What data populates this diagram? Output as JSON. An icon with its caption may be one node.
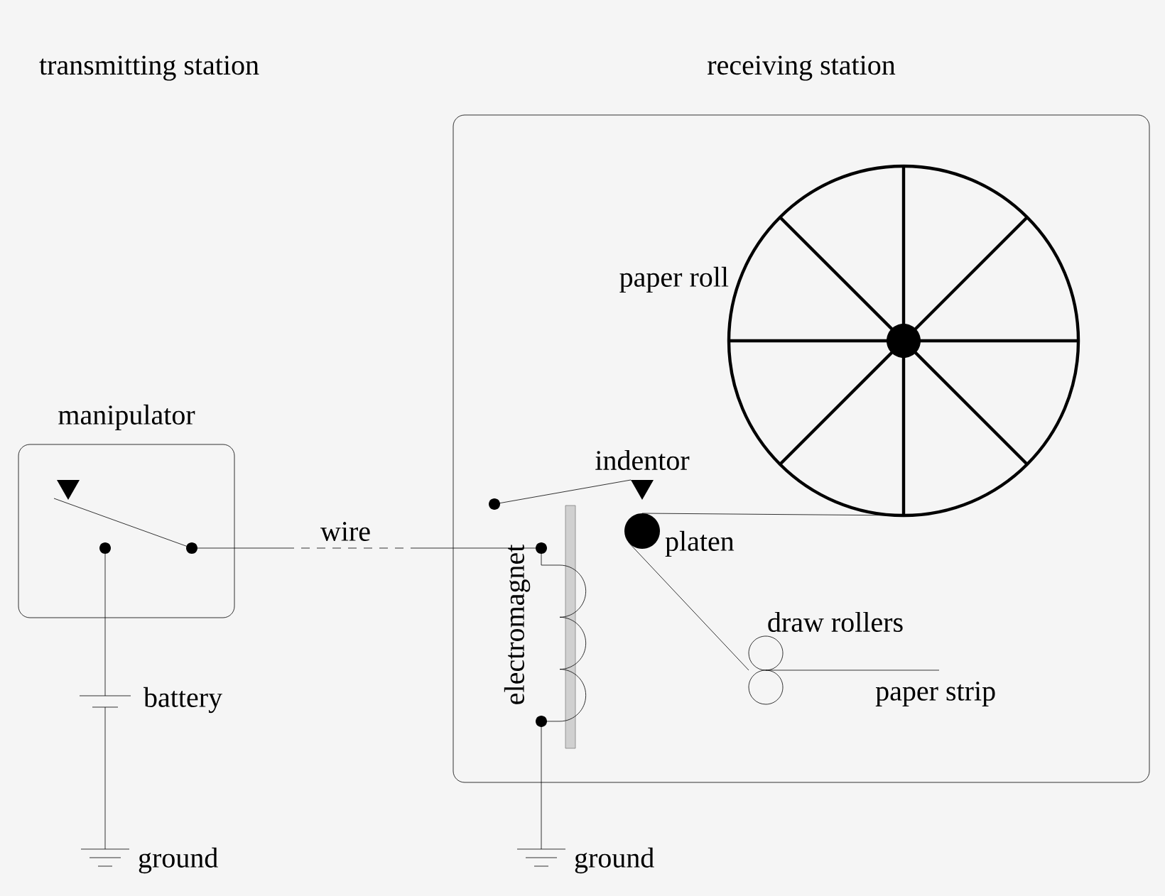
{
  "diagram": {
    "nodes": [
      {
        "text": [
          "manipulator"
        ]
      },
      {
        "text": [
          "receiving station"
        ]
      },
      {
        "text": [
          "paper roll"
        ],
        "in": 1
      },
      {
        "text": [
          "platen"
        ],
        "in": 1
      },
      {
        "text": [
          "draw rollers"
        ],
        "in": 1
      },
      {
        "text": [
          "electromagnet"
        ],
        "in": 1
      },
      {
        "text": [
          "battery"
        ]
      },
      {
        "text": [
          "ground"
        ]
      },
      {
        "text": [
          "ground"
        ]
      },
      {
        "text": [
          "indentor"
        ],
        "in": 1
      }
    ],
    "edges": [
      {
        "from": 0,
        "to": 5,
        "arrow": "none",
        "label": "wire",
        "style": "dashed"
      },
      {
        "from": 0,
        "to": 6,
        "arrow": "none"
      },
      {
        "from": 6,
        "to": 7,
        "arrow": "none"
      },
      {
        "from": 5,
        "to": 8,
        "arrow": "none"
      },
      {
        "from": 2,
        "to": 3,
        "arrow": "none"
      },
      {
        "from": 3,
        "to": 4,
        "arrow": "none"
      },
      {
        "from": 4,
        "to": null,
        "arrow": "none",
        "label": "paper strip"
      },
      {
        "from": 5,
        "to": 9,
        "arrow": "other"
      }
    ],
    "labels": [
      "transmitting station"
    ]
  }
}
